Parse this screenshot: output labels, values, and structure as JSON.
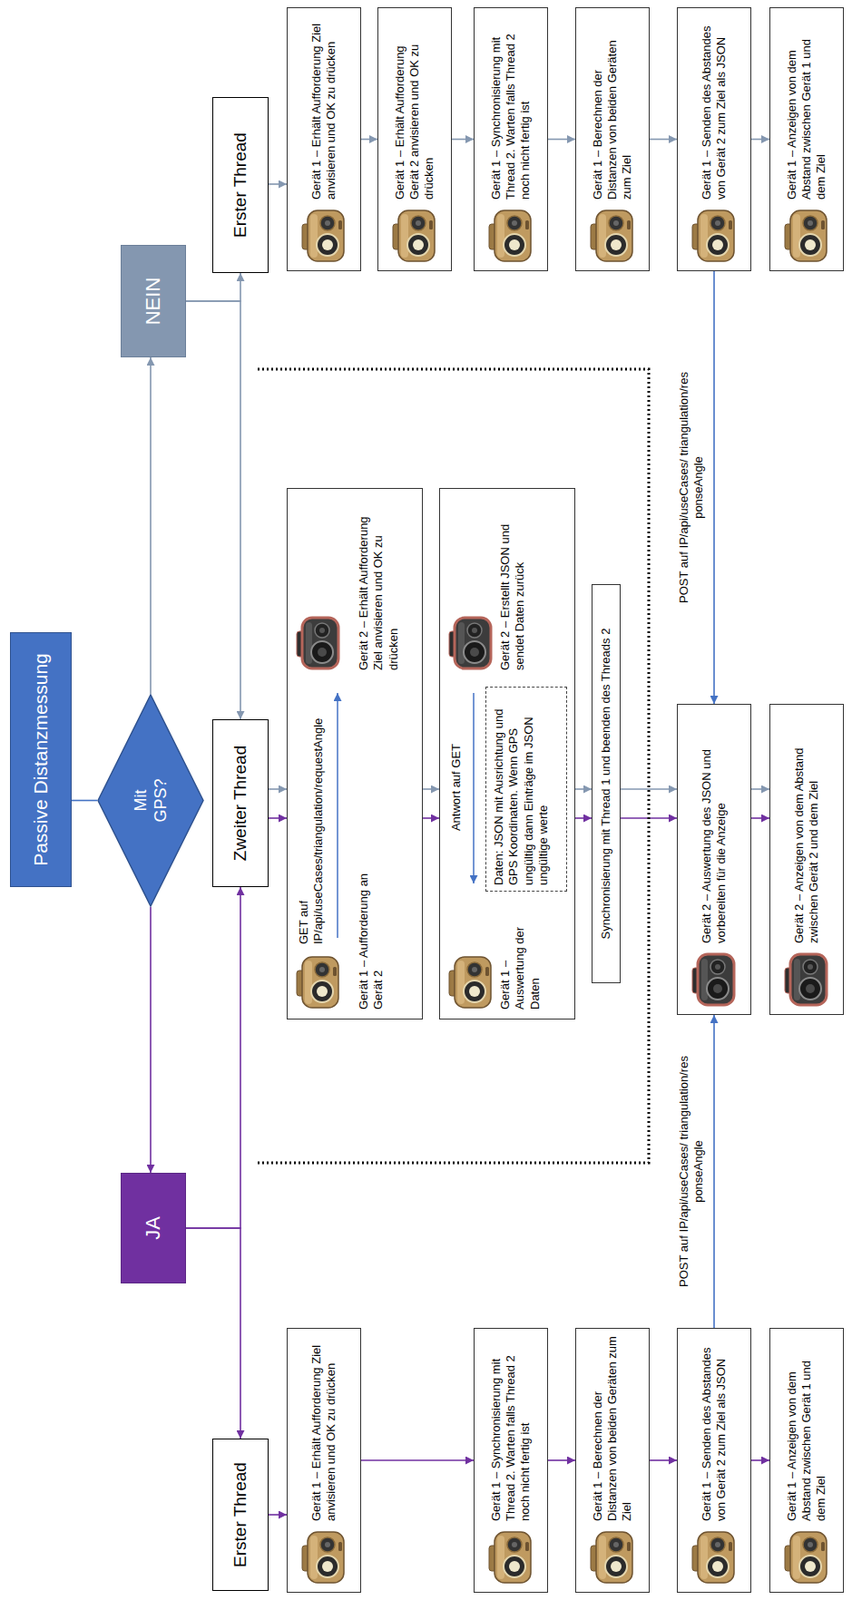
{
  "diagram": {
    "nodes": [
      {
        "text": [
          "Passive Distanzmessung"
        ]
      },
      {
        "text": [
          "Mit GPS?"
        ]
      },
      {
        "text": [
          "JA"
        ]
      },
      {
        "text": [
          "NEIN"
        ]
      },
      {
        "text": [
          "Erster Thread"
        ]
      },
      {
        "text": [
          "Zweiter Thread"
        ]
      },
      {
        "text": [
          "Erster Thread"
        ]
      },
      {
        "text": [
          "Gerät 1 – Erhält Aufforderung Ziel anvisieren und OK zu drücken"
        ]
      },
      {
        "text": [
          "Gerät 1 – Synchronisierung mit Thread 2. Warten falls Thread 2 noch nicht fertig ist"
        ]
      },
      {
        "text": [
          "Gerät 1 – Berechnen der Distanzen von beiden Geräten zum Ziel"
        ]
      },
      {
        "text": [
          "Gerät 1 – Senden des Abstandes von Gerät 2 zum Ziel als JSON"
        ]
      },
      {
        "text": [
          "Gerät 1 – Anzeigen von dem Abstand zwischen Gerät 1 und dem Ziel"
        ]
      },
      {
        "text": [
          "GET auf IP/api/useCases/triangulation/requestAngle",
          "Gerät 1 – Aufforderung an Gerät 2",
          "Gerät 2 – Erhält Aufforderung Ziel anvisieren und OK zu drücken"
        ]
      },
      {
        "text": [
          "Antwort auf GET",
          "Gerät 1 – Auswertung der Daten",
          "Gerät 2 – Erstellt JSON und sendet Daten zurück"
        ]
      },
      {
        "text": [
          "Daten: JSON mit Ausrichtung und GPS Koordinaten. Wenn GPS ungültig dann Einträge im JSON ungültige werte"
        ],
        "in": 13
      },
      {
        "text": [
          "Synchronisierung mit Thread 1 und beenden des Threads 2"
        ]
      },
      {
        "text": [
          "Gerät 2 – Auswertung des JSON und vorbereiten für die Anzeige"
        ]
      },
      {
        "text": [
          "Gerät 2 – Anzeigen von dem Abstand zwischen Gerät 2 und dem Ziel"
        ]
      },
      {
        "text": [
          "Gerät 1 – Erhält Aufforderung Ziel anvisieren und OK zu drücken"
        ]
      },
      {
        "text": [
          "Gerät 1 – Erhält Aufforderung Gerät 2 anvisieren und OK zu drücken"
        ]
      },
      {
        "text": [
          "Gerät 1 – Synchronisierung mit Thread 2. Warten falls Thread 2 noch nicht fertig ist"
        ]
      },
      {
        "text": [
          "Gerät 1 – Berechnen der Distanzen von beiden Geräten zum Ziel"
        ]
      },
      {
        "text": [
          "Gerät 1 – Senden des Abstandes von Gerät 2 zum Ziel als JSON"
        ]
      },
      {
        "text": [
          "Gerät 1 – Anzeigen von dem Abstand zwischen Gerät 1 und dem Ziel"
        ]
      }
    ],
    "edges": [
      {
        "from": 0,
        "to": 1,
        "arrow": "none"
      },
      {
        "from": 1,
        "to": 2,
        "arrow": "to"
      },
      {
        "from": 1,
        "to": 3,
        "arrow": "to"
      },
      {
        "from": 2,
        "to": 4,
        "arrow": "to"
      },
      {
        "from": 2,
        "to": 5,
        "arrow": "to"
      },
      {
        "from": 3,
        "to": 5,
        "arrow": "to"
      },
      {
        "from": 3,
        "to": 6,
        "arrow": "to"
      },
      {
        "from": 4,
        "to": 7,
        "arrow": "to"
      },
      {
        "from": 7,
        "to": 8,
        "arrow": "to"
      },
      {
        "from": 8,
        "to": 9,
        "arrow": "to"
      },
      {
        "from": 9,
        "to": 10,
        "arrow": "to"
      },
      {
        "from": 10,
        "to": 11,
        "arrow": "to"
      },
      {
        "from": 5,
        "to": 12,
        "arrow": "to"
      },
      {
        "from": 5,
        "to": 12,
        "arrow": "to"
      },
      {
        "from": 12,
        "to": 13,
        "arrow": "to"
      },
      {
        "from": 12,
        "to": 13,
        "arrow": "to"
      },
      {
        "from": 13,
        "to": 15,
        "arrow": "to"
      },
      {
        "from": 13,
        "to": 15,
        "arrow": "to"
      },
      {
        "from": 15,
        "to": 16,
        "arrow": "to"
      },
      {
        "from": 15,
        "to": 16,
        "arrow": "to"
      },
      {
        "from": 16,
        "to": 17,
        "arrow": "to"
      },
      {
        "from": 16,
        "to": 17,
        "arrow": "to"
      },
      {
        "from": 6,
        "to": 18,
        "arrow": "to"
      },
      {
        "from": 18,
        "to": 19,
        "arrow": "to"
      },
      {
        "from": 19,
        "to": 20,
        "arrow": "to"
      },
      {
        "from": 20,
        "to": 21,
        "arrow": "to"
      },
      {
        "from": 21,
        "to": 22,
        "arrow": "to"
      },
      {
        "from": 22,
        "to": 23,
        "arrow": "to"
      },
      {
        "from": 22,
        "to": 16,
        "label": "POST auf IP/api/useCases/ triangulation/res ponseAngle",
        "arrow": "to"
      },
      {
        "from": 10,
        "to": 16,
        "label": "POST auf IP/api/useCases/ triangulation/res ponseAngle",
        "arrow": "to"
      }
    ]
  }
}
